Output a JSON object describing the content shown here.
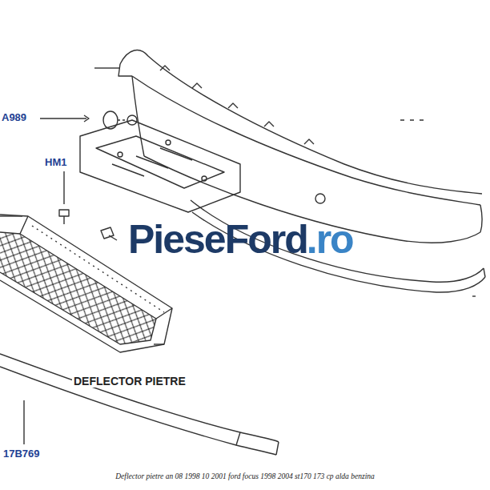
{
  "diagram": {
    "caption": "Deflector pietre an 08 1998 10 2001 ford focus 1998 2004 st170 173 cp alda benzina",
    "labels": [
      "A989",
      "HM1",
      "PieseFord",
      ".ro",
      "DEFLECTOR PIETRE",
      "17B769"
    ]
  }
}
